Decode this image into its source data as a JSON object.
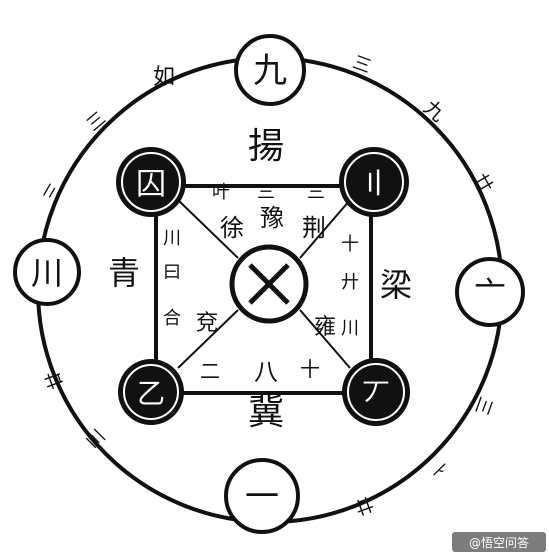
{
  "colors": {
    "ink": "#111111",
    "paper": "#ffffff"
  },
  "outer_nodes": {
    "top": "九",
    "left": "川",
    "right": "亠",
    "bottom": "一"
  },
  "corner_nodes": {
    "top_left": "囚",
    "top_right": "〢",
    "bottom_left": "乙",
    "bottom_right": "丆"
  },
  "center_node": "⊗",
  "regions": {
    "top": "揚",
    "left": "青",
    "right": "梁",
    "bottom": "冀"
  },
  "inner_labels": {
    "xu": "徐",
    "yu": "豫",
    "jing": "荆",
    "yan": "兗",
    "yong": "雍",
    "top_left_num": "叶",
    "top_mid_num": "三",
    "top_right_num": "三",
    "left_upper": "川",
    "left_mid": "曰",
    "left_lower": "合",
    "right_upper": "十",
    "right_mid": "廾",
    "right_lower": "川",
    "bottom_left_num": "二",
    "bottom_mid_num": "八",
    "bottom_right_num": "十"
  },
  "ring_marks": {
    "ru": "如",
    "nw1": "三",
    "nw2": "三",
    "ne1": "三",
    "ne2": "九",
    "ne3": "廿",
    "w_low": "廿",
    "sw1": "三",
    "se1": "三",
    "se2": "亠",
    "s_low": "廿"
  },
  "watermark": "@悟空问答"
}
